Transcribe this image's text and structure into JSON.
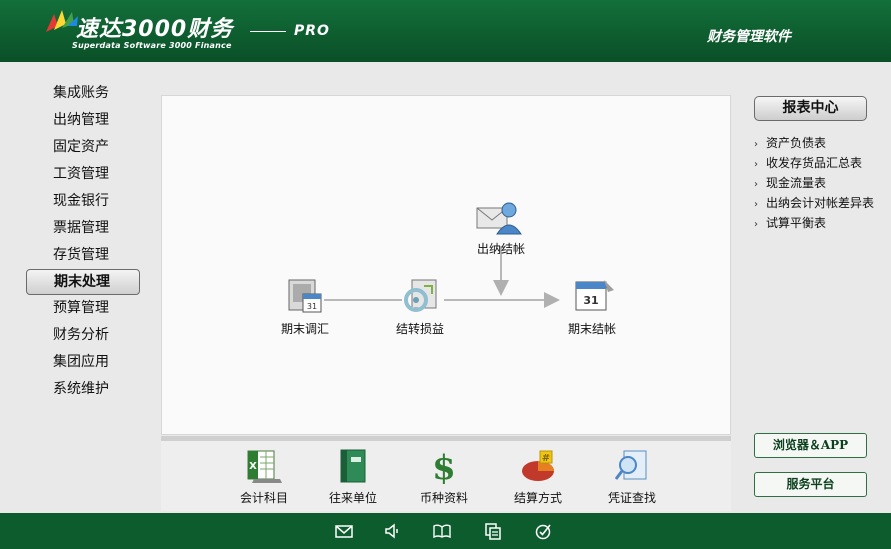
{
  "header": {
    "title": "速达3000财务",
    "subtitle": "Superdata Software 3000 Finance",
    "edition": "PRO",
    "right_title": "财务管理软件"
  },
  "left_nav": {
    "items": [
      {
        "label": "集成账务",
        "active": false
      },
      {
        "label": "出纳管理",
        "active": false
      },
      {
        "label": "固定资产",
        "active": false
      },
      {
        "label": "工资管理",
        "active": false
      },
      {
        "label": "现金银行",
        "active": false
      },
      {
        "label": "票据管理",
        "active": false
      },
      {
        "label": "存货管理",
        "active": false
      },
      {
        "label": "期末处理",
        "active": true
      },
      {
        "label": "预算管理",
        "active": false
      },
      {
        "label": "财务分析",
        "active": false
      },
      {
        "label": "集团应用",
        "active": false
      },
      {
        "label": "系统维护",
        "active": false
      }
    ]
  },
  "flow": {
    "cashier_settle": {
      "label": "出纳结帐",
      "icon": "envelope-user-icon"
    },
    "period_adjust": {
      "label": "期末调汇",
      "icon": "calendar-adjust-icon"
    },
    "transfer_pl": {
      "label": "结转损益",
      "icon": "transfer-gear-icon"
    },
    "period_close": {
      "label": "期末结帐",
      "icon": "calendar-close-icon"
    }
  },
  "tools": [
    {
      "label": "会计科目",
      "icon": "spreadsheet-icon"
    },
    {
      "label": "往来单位",
      "icon": "binder-icon"
    },
    {
      "label": "币种资料",
      "icon": "dollar-icon"
    },
    {
      "label": "结算方式",
      "icon": "pie-chart-icon"
    },
    {
      "label": "凭证查找",
      "icon": "magnifier-icon"
    }
  ],
  "report_center": {
    "title": "报表中心",
    "items": [
      "资产负债表",
      "收发存货品汇总表",
      "现金流量表",
      "出纳会计对帐差异表",
      "试算平衡表"
    ]
  },
  "right_buttons": {
    "browser": "浏览器＆APP",
    "service": "服务平台"
  },
  "footer": {
    "icons": [
      "mail-icon",
      "speaker-icon",
      "book-icon",
      "copy-icon",
      "check-icon"
    ]
  },
  "colors": {
    "brand_green": "#0d5c2e",
    "arrow_gray": "#b0b0b0"
  }
}
